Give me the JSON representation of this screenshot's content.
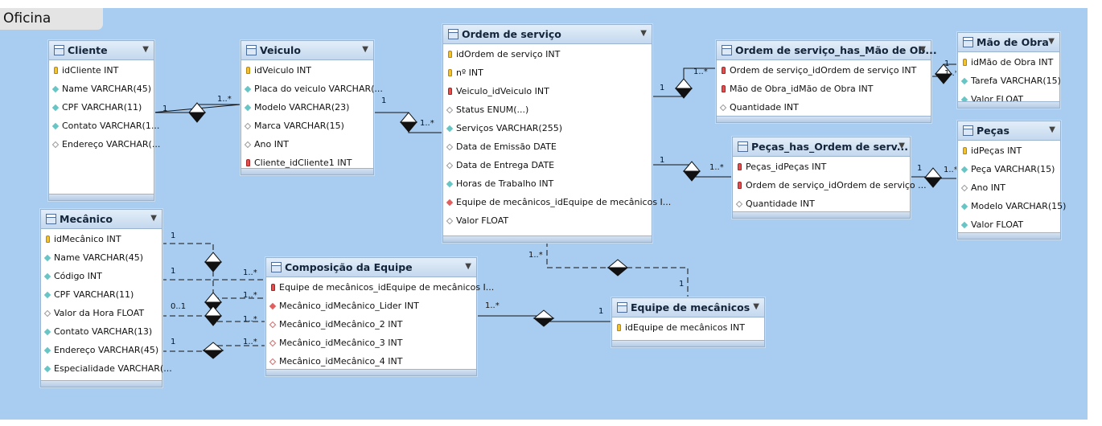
{
  "layer": {
    "title": "Oficina"
  },
  "tables": [
    {
      "id": "cliente",
      "name": "Cliente",
      "columns": [
        {
          "icon": "primary-key-icon",
          "text": "idCliente INT"
        },
        {
          "icon": "column-icon",
          "text": "Name VARCHAR(45)"
        },
        {
          "icon": "column-icon",
          "text": "CPF VARCHAR(11)"
        },
        {
          "icon": "column-icon",
          "text": "Contato VARCHAR(1..."
        },
        {
          "icon": "nullable-column-icon",
          "text": "Endereço VARCHAR(..."
        }
      ]
    },
    {
      "id": "veiculo",
      "name": "Veiculo",
      "columns": [
        {
          "icon": "primary-key-icon",
          "text": "idVeiculo INT"
        },
        {
          "icon": "column-icon",
          "text": "Placa do veiculo VARCHAR(..."
        },
        {
          "icon": "column-icon",
          "text": "Modelo VARCHAR(23)"
        },
        {
          "icon": "nullable-column-icon",
          "text": "Marca VARCHAR(15)"
        },
        {
          "icon": "nullable-column-icon",
          "text": "Ano INT"
        },
        {
          "icon": "foreign-key-icon",
          "text": "Cliente_idCliente1 INT"
        }
      ]
    },
    {
      "id": "ordem",
      "name": "Ordem de serviço",
      "columns": [
        {
          "icon": "primary-key-icon",
          "text": "idOrdem de serviço INT"
        },
        {
          "icon": "primary-key-icon",
          "text": "nº INT"
        },
        {
          "icon": "foreign-key-icon",
          "text": "Veiculo_idVeiculo INT"
        },
        {
          "icon": "nullable-column-icon",
          "text": "Status ENUM(...)"
        },
        {
          "icon": "column-icon",
          "text": "Serviços VARCHAR(255)"
        },
        {
          "icon": "nullable-column-icon",
          "text": "Data de Emissão DATE"
        },
        {
          "icon": "nullable-column-icon",
          "text": "Data de Entrega DATE"
        },
        {
          "icon": "column-icon",
          "text": "Horas de Trabalho INT"
        },
        {
          "icon": "foreign-key-column-icon",
          "text": "Equipe de mecânicos_idEquipe de mecânicos I..."
        },
        {
          "icon": "nullable-column-icon",
          "text": "Valor FLOAT"
        }
      ]
    },
    {
      "id": "osmao",
      "name": "Ordem de serviço_has_Mão de Ob...",
      "columns": [
        {
          "icon": "foreign-key-icon",
          "text": "Ordem de serviço_idOrdem de serviço INT"
        },
        {
          "icon": "foreign-key-icon",
          "text": "Mão de Obra_idMão de Obra INT"
        },
        {
          "icon": "nullable-column-icon",
          "text": "Quantidade INT"
        }
      ]
    },
    {
      "id": "maoobra",
      "name": "Mão de Obra",
      "columns": [
        {
          "icon": "primary-key-icon",
          "text": "idMão de Obra INT"
        },
        {
          "icon": "column-icon",
          "text": "Tarefa VARCHAR(15)"
        },
        {
          "icon": "column-icon",
          "text": "Valor FLOAT"
        }
      ]
    },
    {
      "id": "pecasos",
      "name": "Peças_has_Ordem de serv...",
      "columns": [
        {
          "icon": "foreign-key-icon",
          "text": "Peças_idPeças INT"
        },
        {
          "icon": "foreign-key-icon",
          "text": "Ordem de serviço_idOrdem de serviço ..."
        },
        {
          "icon": "nullable-column-icon",
          "text": "Quantidade INT"
        }
      ]
    },
    {
      "id": "pecas",
      "name": "Peças",
      "columns": [
        {
          "icon": "primary-key-icon",
          "text": "idPeças INT"
        },
        {
          "icon": "column-icon",
          "text": "Peça VARCHAR(15)"
        },
        {
          "icon": "nullable-column-icon",
          "text": "Ano INT"
        },
        {
          "icon": "column-icon",
          "text": "Modelo VARCHAR(15)"
        },
        {
          "icon": "column-icon",
          "text": "Valor FLOAT"
        }
      ]
    },
    {
      "id": "mecanico",
      "name": "Mecânico",
      "columns": [
        {
          "icon": "primary-key-icon",
          "text": "idMecânico INT"
        },
        {
          "icon": "column-icon",
          "text": "Name VARCHAR(45)"
        },
        {
          "icon": "column-icon",
          "text": "Código INT"
        },
        {
          "icon": "column-icon",
          "text": "CPF VARCHAR(11)"
        },
        {
          "icon": "nullable-column-icon",
          "text": "Valor da Hora FLOAT"
        },
        {
          "icon": "column-icon",
          "text": "Contato VARCHAR(13)"
        },
        {
          "icon": "column-icon",
          "text": "Endereço VARCHAR(45)"
        },
        {
          "icon": "column-icon",
          "text": "Especialidade VARCHAR(..."
        }
      ]
    },
    {
      "id": "composicao",
      "name": "Composição da Equipe",
      "columns": [
        {
          "icon": "foreign-key-icon",
          "text": "Equipe de mecânicos_idEquipe de mecânicos I..."
        },
        {
          "icon": "foreign-key-column-icon",
          "text": "Mecânico_idMecânico_Lider INT"
        },
        {
          "icon": "nullable-foreign-key-icon",
          "text": "Mecânico_idMecânico_2 INT"
        },
        {
          "icon": "nullable-foreign-key-icon",
          "text": "Mecânico_idMecânico_3 INT"
        },
        {
          "icon": "nullable-foreign-key-icon",
          "text": "Mecânico_idMecânico_4 INT"
        }
      ]
    },
    {
      "id": "equipe",
      "name": "Equipe de mecânicos",
      "columns": [
        {
          "icon": "primary-key-icon",
          "text": "idEquipe de mecânicos INT"
        }
      ]
    }
  ],
  "cardinality_labels": [
    {
      "text": "1"
    },
    {
      "text": "1..*"
    },
    {
      "text": "1"
    },
    {
      "text": "1..*"
    },
    {
      "text": "1"
    },
    {
      "text": "1..*"
    },
    {
      "text": "1"
    },
    {
      "text": "1..*"
    },
    {
      "text": "1"
    },
    {
      "text": "1..*"
    },
    {
      "text": "1"
    },
    {
      "text": "1..*"
    },
    {
      "text": "1..*"
    },
    {
      "text": "1"
    },
    {
      "text": "1..*"
    },
    {
      "text": "1"
    },
    {
      "text": "1"
    },
    {
      "text": "1..*"
    },
    {
      "text": "1"
    },
    {
      "text": "1..*"
    },
    {
      "text": "0..1"
    },
    {
      "text": "1..*"
    },
    {
      "text": "1"
    },
    {
      "text": "1..*"
    }
  ]
}
